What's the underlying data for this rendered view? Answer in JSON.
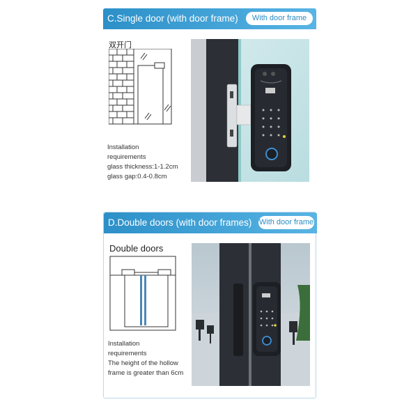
{
  "section_c": {
    "title": "C.Single door (with door frame)",
    "pill": "With door frame",
    "diagram_label": "双开门",
    "requirements": [
      "Installation",
      "requirements",
      "glass thickness:1-1.2cm",
      "glass gap:0.4-0.8cm"
    ]
  },
  "section_d": {
    "title": "D.Double doors (with door frames)",
    "pill": "With door frame",
    "diagram_label": "Double doors",
    "requirements": [
      "Installation",
      "requirements",
      "The height of the hollow",
      "frame is greater than 6cm"
    ]
  },
  "colors": {
    "banner_start": "#2c90c8",
    "banner_end": "#58b4e4",
    "card_border": "#b9d6ea",
    "lock_body": "#1c1f24",
    "glass": "#cfe6ea"
  }
}
